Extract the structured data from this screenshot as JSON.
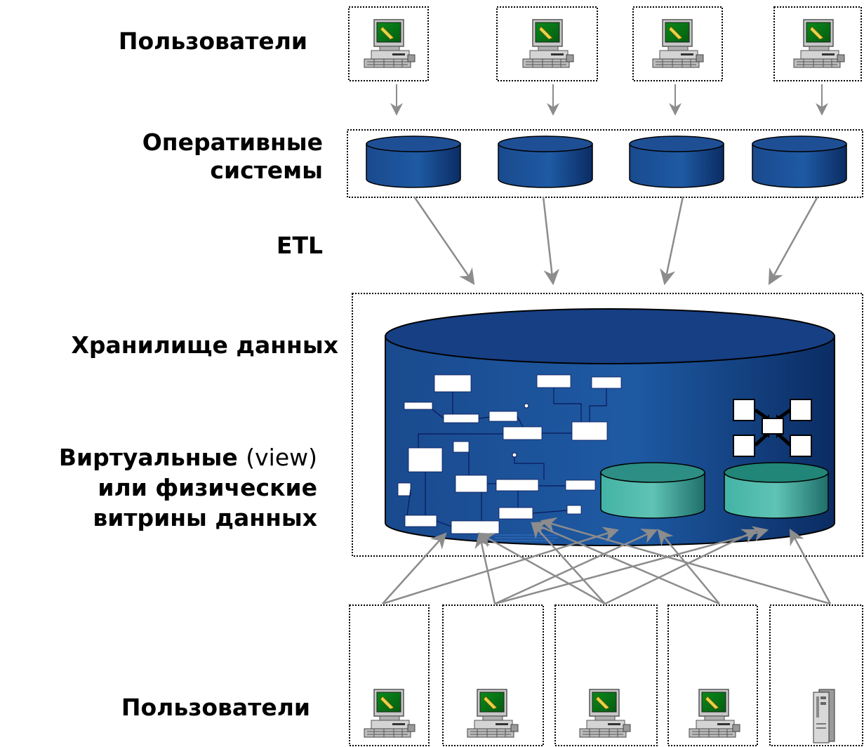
{
  "labels": {
    "top_users": "Пользователи",
    "operational_line1": "Оперативные",
    "operational_line2": "системы",
    "etl": "ETL",
    "warehouse": "Хранилище данных",
    "marts_line1_bold": "Виртуальные",
    "marts_line1_normal": "(view)",
    "marts_line2": "или физические",
    "marts_line3": "витрины данных",
    "bottom_users": "Пользователи"
  },
  "colors": {
    "cylinder_blue": "#1f4e92",
    "cylinder_dark": "#0c2f66",
    "mart_teal": "#2a9c90",
    "arrow_gray": "#8c8c8c",
    "dotted_border": "#000000"
  },
  "icons": {
    "user_workstation": "computer-terminal-icon",
    "server": "server-tower-icon",
    "network": "network-nodes-icon"
  },
  "counts": {
    "top_users": 4,
    "operational_systems": 4,
    "data_marts": 2,
    "bottom_clients": 5
  }
}
